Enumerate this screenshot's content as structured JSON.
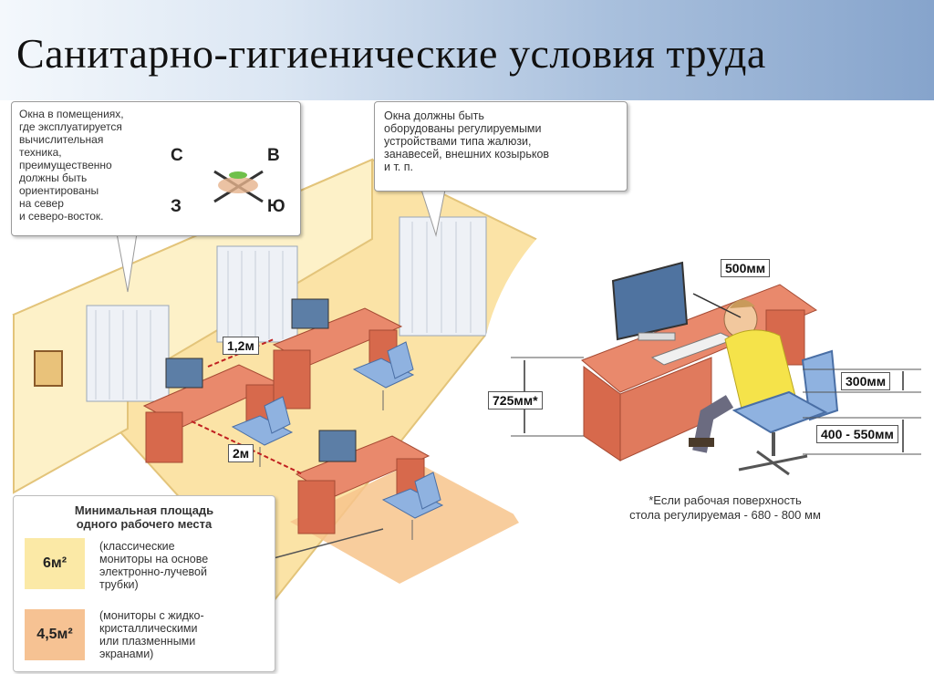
{
  "title": "Санитарно-гигиенические условия труда",
  "callouts": {
    "orientation": "Окна в помещениях,\nгде эксплуатируется вычислительная\nтехника,\nпреимущественно\nдолжны быть\nориентированы\nна север\nи северо-восток.",
    "blinds": "Окна должны быть\nоборудованы регулируемыми\nустройствами типа  жалюзи,\nзанавесей, внешних козырьков\nи т. п."
  },
  "compass": {
    "north": "С",
    "east": "В",
    "west": "З",
    "south": "Ю"
  },
  "distances": {
    "between_rows": "1,2м",
    "between_monitors": "2м"
  },
  "measurements": {
    "eye_distance": "500мм",
    "desk_height": "725мм*",
    "knee_gap": "300мм",
    "seat_height": "400 - 550мм"
  },
  "footnote": "*Если рабочая поверхность\nстола регулируемая - 680 - 800 мм",
  "area": {
    "title": "Минимальная площадь\nодного рабочего места",
    "items": [
      {
        "value": "6м²",
        "desc": "(классические\nмониторы на основе\nэлектронно-лучевой\nтрубки)",
        "color": "#fbe9a6"
      },
      {
        "value": "4,5м²",
        "desc": "(мониторы с жидко-\nкристаллическими\nили плазменными\nэкранами)",
        "color": "#f6c293"
      }
    ]
  }
}
